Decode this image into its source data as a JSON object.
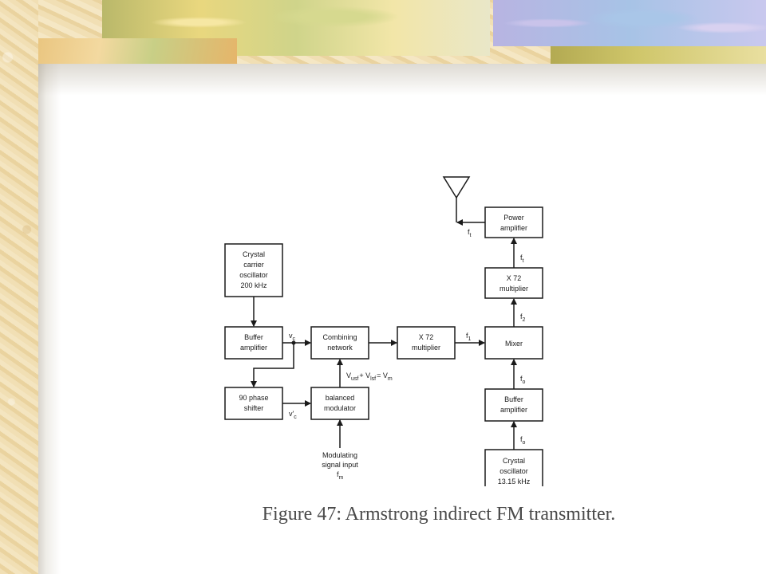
{
  "caption": "Figure 47: Armstrong indirect FM transmitter.",
  "blocks": {
    "crystal_carrier": [
      "Crystal",
      "carrier",
      "oscillator",
      "200 kHz"
    ],
    "buffer_amp_left": [
      "Buffer",
      "amplifier"
    ],
    "combining_network": [
      "Combining",
      "network"
    ],
    "x72_multiplier_mid": [
      "X 72",
      "multiplier"
    ],
    "mixer": [
      "Mixer"
    ],
    "phase_shifter": [
      "90 phase",
      "shifter"
    ],
    "balanced_modulator": [
      "balanced",
      "modulator"
    ],
    "power_amplifier": [
      "Power",
      "amplifier"
    ],
    "x72_multiplier_right": [
      "X 72",
      "multiplier"
    ],
    "buffer_amp_right": [
      "Buffer",
      "amplifier"
    ],
    "crystal_osc_right": [
      "Crystal",
      "oscillator",
      "13.15 kHz"
    ]
  },
  "labels": {
    "vc": "v",
    "vc_sub": "c",
    "vc_prime": "v'",
    "vc_prime_sub": "c",
    "sum_eq": "V",
    "usf": "usf",
    "plus": "+ V",
    "lsf": "lsf",
    "equals": "= V",
    "m": "m",
    "mod_input": [
      "Modulating",
      "signal input"
    ],
    "fm": "f",
    "fm_sub": "m",
    "f1": "f",
    "f1_sub": "1",
    "f2": "f",
    "f2_sub": "2",
    "ft": "f",
    "ft_sub": "t",
    "fo": "f",
    "fo_sub": "o"
  },
  "colors": {
    "line": "#1a1a1a",
    "caption": "#4a4a4a"
  }
}
